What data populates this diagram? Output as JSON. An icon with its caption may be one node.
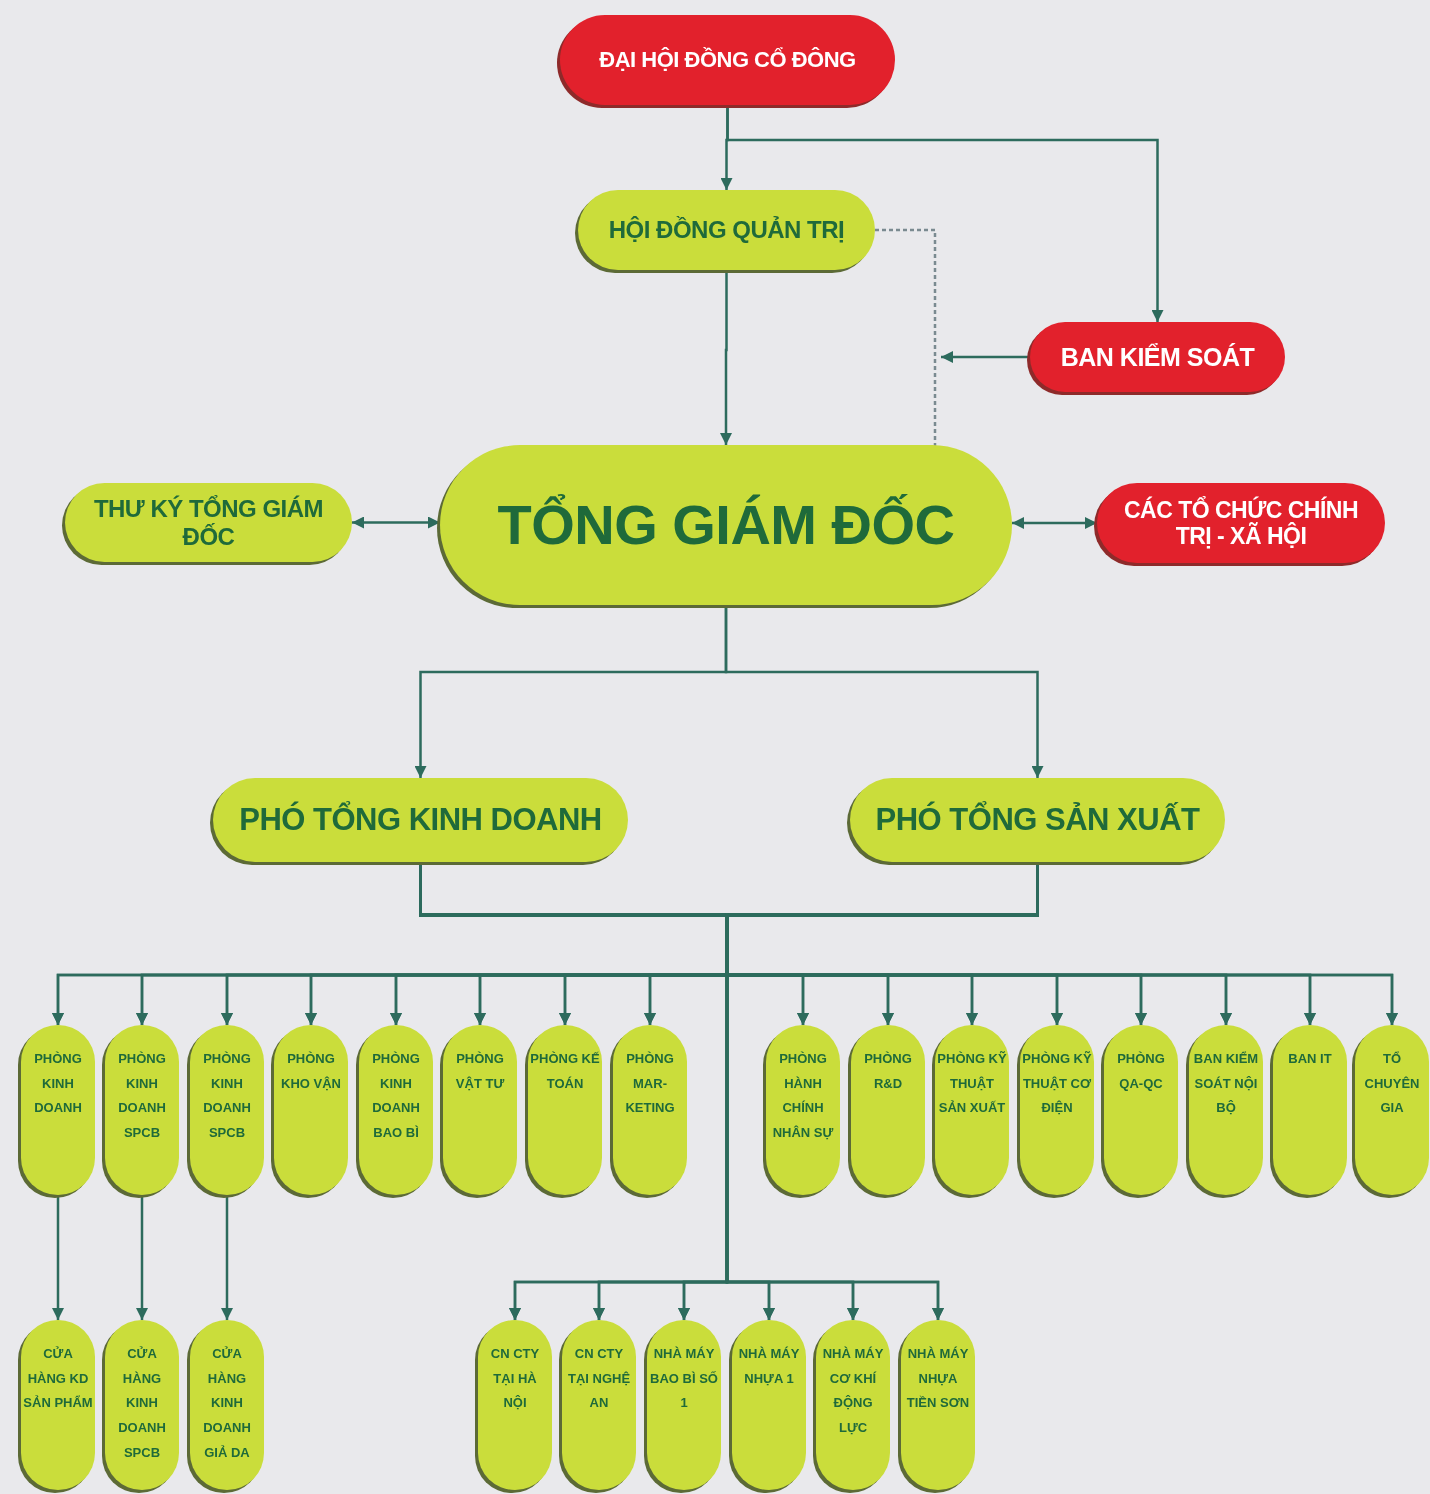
{
  "diagram": {
    "nodes": [
      {
        "text": [
          "ĐẠI HỘI ĐỒNG CỔ ĐÔNG"
        ]
      },
      {
        "text": [
          "HỘI ĐỒNG QUẢN TRỊ"
        ]
      },
      {
        "text": [
          "BAN KIỂM SOÁT"
        ]
      },
      {
        "text": [
          "THƯ KÝ TỔNG GIÁM ĐỐC"
        ]
      },
      {
        "text": [
          "TỔNG GIÁM ĐỐC"
        ]
      },
      {
        "text": [
          "CÁC TỔ CHỨC CHÍNH TRỊ - XÃ HỘI"
        ]
      },
      {
        "text": [
          "PHÓ TỔNG KINH DOANH"
        ]
      },
      {
        "text": [
          "PHÓ TỔNG SẢN XUẤT"
        ]
      },
      {
        "text": [
          "PHÒNG KINH DOANH"
        ]
      },
      {
        "text": [
          "PHÒNG KINH DOANH SPCB"
        ]
      },
      {
        "text": [
          "PHÒNG KINH DOANH SPCB"
        ]
      },
      {
        "text": [
          "PHÒNG KHO VẬN"
        ]
      },
      {
        "text": [
          "PHÒNG KINH DOANH BAO BÌ"
        ]
      },
      {
        "text": [
          "PHÒNG VẬT TƯ"
        ]
      },
      {
        "text": [
          "PHÒNG KẾ TOÁN"
        ]
      },
      {
        "text": [
          "PHÒNG MAR- KETING"
        ]
      },
      {
        "text": [
          "PHÒNG HÀNH CHÍNH NHÂN SỰ"
        ]
      },
      {
        "text": [
          "PHÒNG R&D"
        ]
      },
      {
        "text": [
          "PHÒNG KỸ THUẬT SẢN XUẤT"
        ]
      },
      {
        "text": [
          "PHÒNG KỸ THUẬT CƠ ĐIỆN"
        ]
      },
      {
        "text": [
          "PHÒNG QA-QC"
        ]
      },
      {
        "text": [
          "BAN KIỂM SOÁT NỘI BỘ"
        ]
      },
      {
        "text": [
          "BAN IT"
        ]
      },
      {
        "text": [
          "TỔ CHUYÊN GIA"
        ]
      },
      {
        "text": [
          "CỬA HÀNG KD SẢN PHẨM"
        ]
      },
      {
        "text": [
          "CỬA HÀNG KINH DOANH SPCB"
        ]
      },
      {
        "text": [
          "CỬA HÀNG KINH DOANH GIẢ DA"
        ]
      },
      {
        "text": [
          "CN CTY TẠI HÀ NỘI"
        ]
      },
      {
        "text": [
          "CN CTY TẠI NGHỆ AN"
        ]
      },
      {
        "text": [
          "NHÀ MÁY BAO BÌ SỐ 1"
        ]
      },
      {
        "text": [
          "NHÀ MÁY NHỰA 1"
        ]
      },
      {
        "text": [
          "NHÀ MÁY CƠ KHÍ ĐỘNG LỰC"
        ]
      },
      {
        "text": [
          "NHÀ MÁY NHỰA TIỀN SƠN"
        ]
      }
    ],
    "edges": [
      {
        "from": 0,
        "to": 1,
        "arrow": "to"
      },
      {
        "from": 0,
        "to": 2,
        "arrow": "to"
      },
      {
        "from": 1,
        "to": 4,
        "arrow": "to"
      },
      {
        "from": 1,
        "to": 4,
        "arrow": "none",
        "style": "dashed"
      },
      {
        "from": 2,
        "to": null,
        "arrow": "to"
      },
      {
        "from": 4,
        "to": 3,
        "arrow": "both"
      },
      {
        "from": 4,
        "to": 5,
        "arrow": "both"
      },
      {
        "from": 4,
        "to": 6,
        "arrow": "to"
      },
      {
        "from": 4,
        "to": 7,
        "arrow": "to"
      },
      {
        "from": 6,
        "to": 8,
        "arrow": "to"
      },
      {
        "from": 6,
        "to": 9,
        "arrow": "to"
      },
      {
        "from": 6,
        "to": 10,
        "arrow": "to"
      },
      {
        "from": 6,
        "to": 11,
        "arrow": "to"
      },
      {
        "from": 6,
        "to": 12,
        "arrow": "to"
      },
      {
        "from": 6,
        "to": 13,
        "arrow": "to"
      },
      {
        "from": 6,
        "to": 14,
        "arrow": "to"
      },
      {
        "from": 6,
        "to": 15,
        "arrow": "to"
      },
      {
        "from": 6,
        "to": 16,
        "arrow": "to"
      },
      {
        "from": 6,
        "to": 17,
        "arrow": "to"
      },
      {
        "from": 6,
        "to": 18,
        "arrow": "to"
      },
      {
        "from": 6,
        "to": 19,
        "arrow": "to"
      },
      {
        "from": 6,
        "to": 20,
        "arrow": "to"
      },
      {
        "from": 6,
        "to": 21,
        "arrow": "to"
      },
      {
        "from": 6,
        "to": 22,
        "arrow": "to"
      },
      {
        "from": 6,
        "to": 23,
        "arrow": "to"
      },
      {
        "from": 7,
        "to": 8,
        "arrow": "to"
      },
      {
        "from": 7,
        "to": 9,
        "arrow": "to"
      },
      {
        "from": 7,
        "to": 10,
        "arrow": "to"
      },
      {
        "from": 7,
        "to": 11,
        "arrow": "to"
      },
      {
        "from": 7,
        "to": 12,
        "arrow": "to"
      },
      {
        "from": 7,
        "to": 13,
        "arrow": "to"
      },
      {
        "from": 7,
        "to": 14,
        "arrow": "to"
      },
      {
        "from": 7,
        "to": 15,
        "arrow": "to"
      },
      {
        "from": 7,
        "to": 16,
        "arrow": "to"
      },
      {
        "from": 7,
        "to": 17,
        "arrow": "to"
      },
      {
        "from": 7,
        "to": 18,
        "arrow": "to"
      },
      {
        "from": 7,
        "to": 19,
        "arrow": "to"
      },
      {
        "from": 7,
        "to": 20,
        "arrow": "to"
      },
      {
        "from": 7,
        "to": 21,
        "arrow": "to"
      },
      {
        "from": 7,
        "to": 22,
        "arrow": "to"
      },
      {
        "from": 7,
        "to": 23,
        "arrow": "to"
      },
      {
        "from": 6,
        "to": 27,
        "arrow": "to"
      },
      {
        "from": 6,
        "to": 28,
        "arrow": "to"
      },
      {
        "from": 6,
        "to": 29,
        "arrow": "to"
      },
      {
        "from": 6,
        "to": 30,
        "arrow": "to"
      },
      {
        "from": 6,
        "to": 31,
        "arrow": "to"
      },
      {
        "from": 6,
        "to": 32,
        "arrow": "to"
      },
      {
        "from": 7,
        "to": 27,
        "arrow": "to"
      },
      {
        "from": 7,
        "to": 28,
        "arrow": "to"
      },
      {
        "from": 7,
        "to": 29,
        "arrow": "to"
      },
      {
        "from": 7,
        "to": 30,
        "arrow": "to"
      },
      {
        "from": 7,
        "to": 31,
        "arrow": "to"
      },
      {
        "from": 7,
        "to": 32,
        "arrow": "to"
      },
      {
        "from": 8,
        "to": 24,
        "arrow": "to"
      },
      {
        "from": 9,
        "to": 25,
        "arrow": "to"
      },
      {
        "from": 10,
        "to": 26,
        "arrow": "to"
      }
    ]
  }
}
